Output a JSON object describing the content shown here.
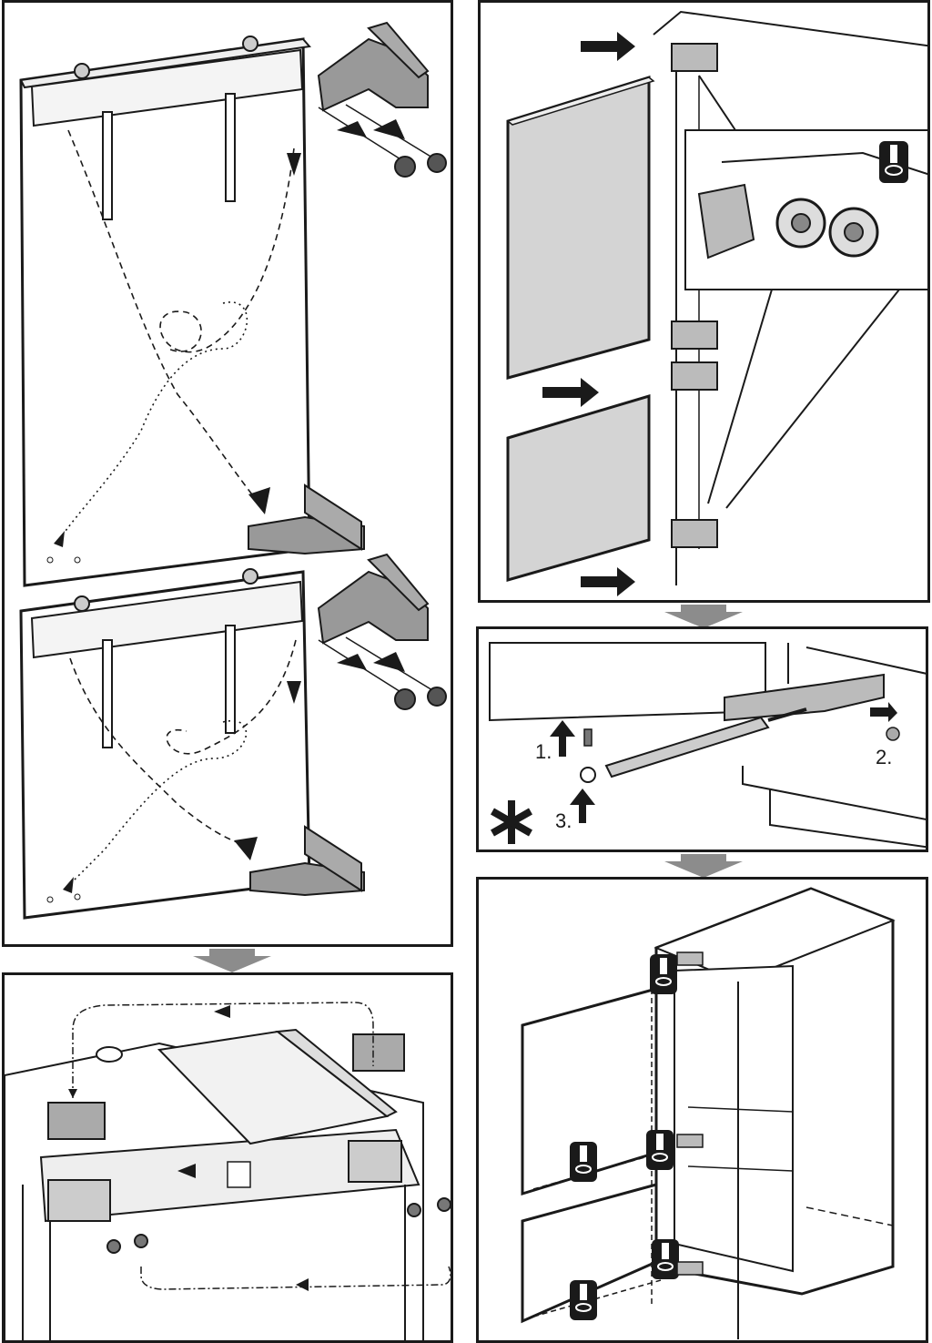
{
  "steps": {
    "step1": "1.",
    "step2": "2.",
    "step3": "3."
  },
  "icons": {
    "screwdriver": "screwdriver-icon",
    "asterisk": "asterisk-icon",
    "transition_arrow": "arrow-down-icon"
  },
  "colors": {
    "line": "#1a1a1a",
    "door_fill": "#d4d4d4",
    "hinge_fill": "#8a8a8a",
    "transition_arrow": "#8c8c8c"
  }
}
